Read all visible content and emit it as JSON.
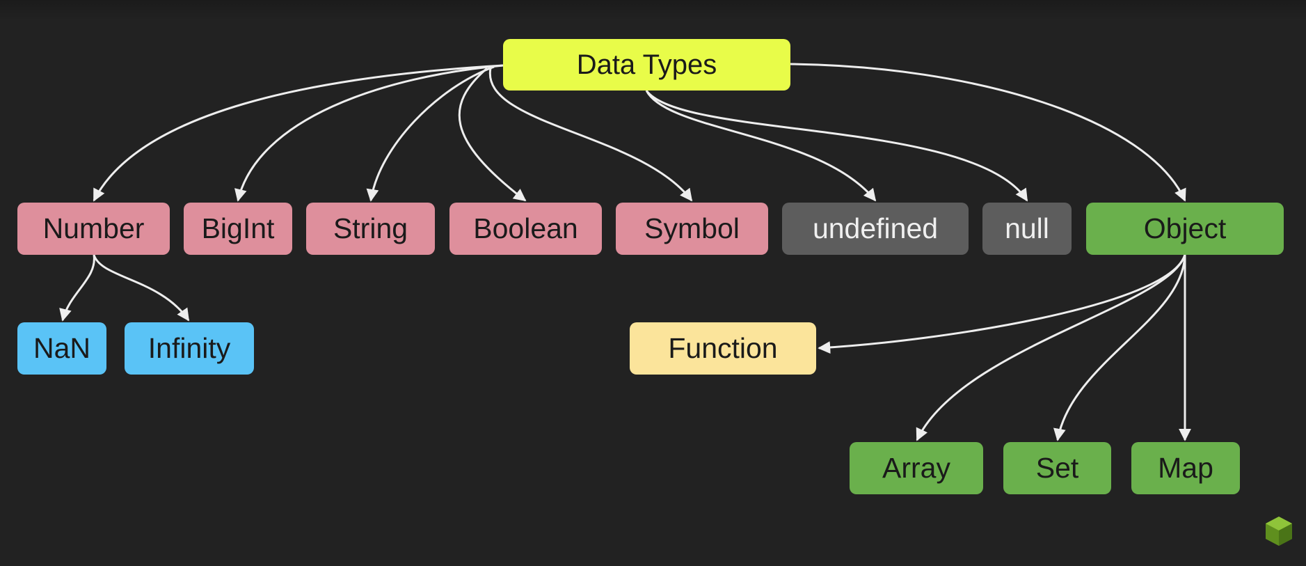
{
  "root": {
    "label": "Data Types"
  },
  "primitives": {
    "number": "Number",
    "bigint": "BigInt",
    "string": "String",
    "boolean": "Boolean",
    "symbol": "Symbol",
    "undefined": "undefined",
    "null": "null"
  },
  "object": {
    "label": "Object"
  },
  "number_children": {
    "nan": "NaN",
    "infinity": "Infinity"
  },
  "object_children": {
    "function": "Function",
    "array": "Array",
    "set": "Set",
    "map": "Map"
  },
  "colors": {
    "background": "#222222",
    "root": "#e8fc49",
    "primitive": "#de8f9c",
    "nullish": "#5d5d5d",
    "object": "#6ab04c",
    "numeric": "#5ac3f6",
    "function": "#fbe49b",
    "edge": "#eeeeee"
  },
  "logo": {
    "icon": "green-cube-logo-icon"
  }
}
